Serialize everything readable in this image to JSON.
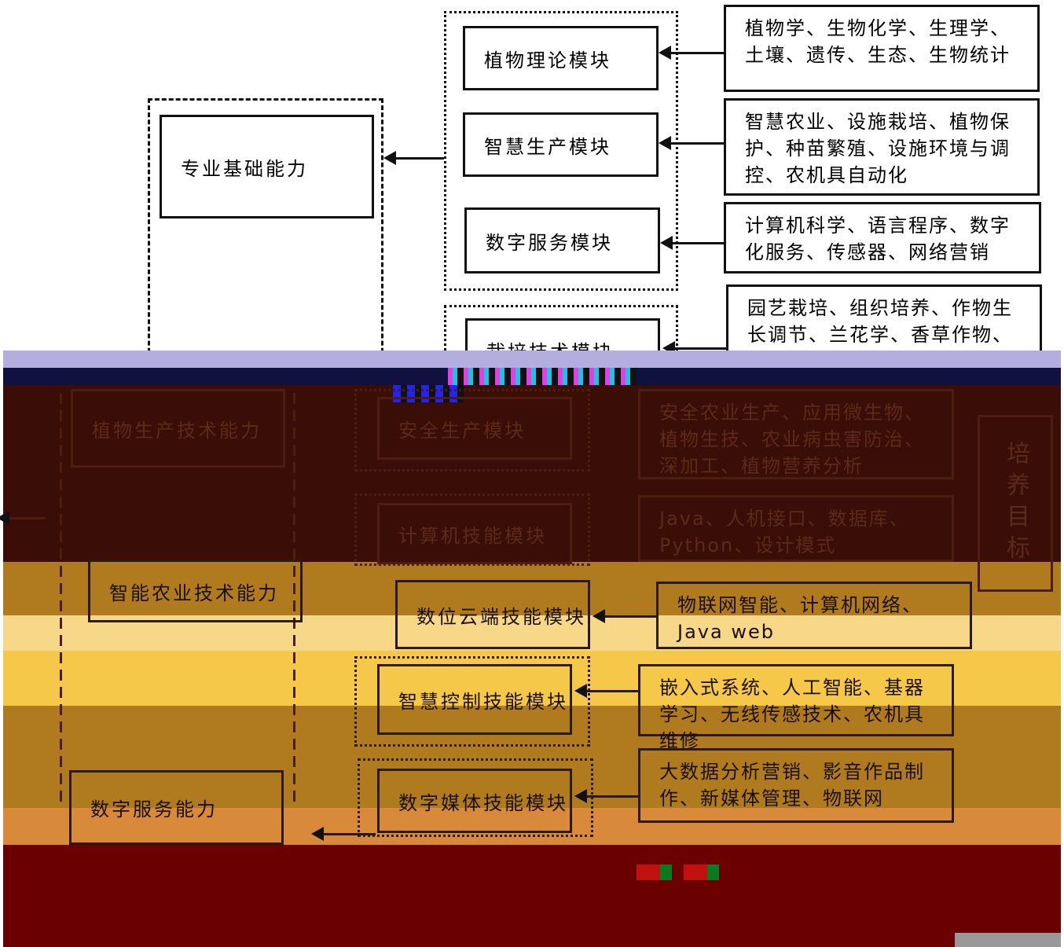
{
  "capabilities": [
    {
      "label": "专业基础能力"
    },
    {
      "label": "植物生产技术能力"
    },
    {
      "label": "智能农业技术能力"
    },
    {
      "label": "数字服务能力"
    }
  ],
  "modules": [
    {
      "label": "植物理论模块",
      "desc": "植物学、生物化学、生理学、土壤、遗传、生态、生物统计"
    },
    {
      "label": "智慧生产模块",
      "desc": "智慧农业、设施栽培、植物保护、种苗繁殖、设施环境与调控、农机具自动化"
    },
    {
      "label": "数字服务模块",
      "desc": "计算机科学、语言程序、数字化服务、传感器、网络营销"
    },
    {
      "label": "栽培技术模块",
      "desc": "园艺栽培、组织培养、作物生长调节、兰花学、香草作物、水资源灌溉、蔬果与花卉学"
    },
    {
      "label": "安全生产模块",
      "desc": "安全农业生产、应用微生物、植物生技、农业病虫害防治、深加工、植物营养分析"
    },
    {
      "label": "计算机技能模块",
      "desc": "Java、人机接口、数据库、Python、设计模式"
    },
    {
      "label": "数位云端技能模块",
      "desc": "物联网智能、计算机网络、Java web"
    },
    {
      "label": "智慧控制技能模块",
      "desc": "嵌入式系统、人工智能、基器学习、无线传感技术、农机具维修"
    },
    {
      "label": "数字媒体技能模块",
      "desc": "大数据分析营销、影音作品制作、新媒体管理、物联网"
    }
  ],
  "goal": {
    "label": "培养目标"
  },
  "colors": {
    "band1": "#3a0d06",
    "band2": "#b07a1e",
    "band3": "#f5c84a",
    "band4": "#d88a3a",
    "band5": "#6b0000",
    "lav": "#b4aee0"
  }
}
